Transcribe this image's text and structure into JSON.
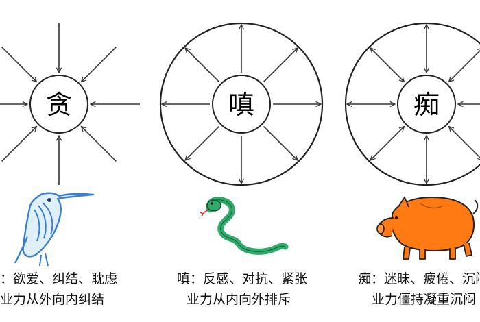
{
  "panels": [
    {
      "id": "greed",
      "center_char": "贪",
      "flow": "inward",
      "has_outer_circle": false,
      "animal": "kingfisher",
      "desc_line": "：欲爱、纠结、耽虑",
      "flow_line": "业力从外向内纠结"
    },
    {
      "id": "anger",
      "center_char": "嗔",
      "flow": "outward",
      "has_outer_circle": true,
      "animal": "snake",
      "desc_line": "嗔：反感、对抗、紧张",
      "flow_line": "业力从内向外排斥"
    },
    {
      "id": "ignorance",
      "center_char": "痴",
      "flow": "both",
      "has_outer_circle": true,
      "animal": "pig",
      "desc_line": "痴：迷昧、疲倦、沉闷",
      "flow_line": "业力僵持凝重沉闷"
    }
  ],
  "colors": {
    "line": "#333333",
    "bird": "#3a7fd0",
    "snake": "#2faa6a",
    "pig": "#ff7a12",
    "outline": "#222222"
  }
}
